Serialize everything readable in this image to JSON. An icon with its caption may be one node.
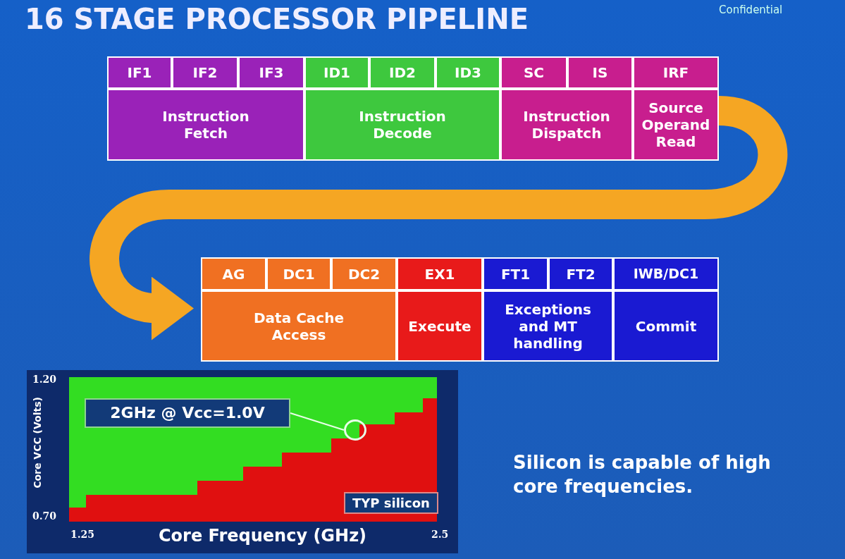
{
  "diagram": {
    "title": "16 STAGE PROCESSOR PIPELINE",
    "nodes": [
      {
        "text": [
          "IF1"
        ]
      },
      {
        "text": [
          "IF2"
        ]
      },
      {
        "text": [
          "IF3"
        ]
      },
      {
        "text": [
          "Instruction Fetch"
        ]
      },
      {
        "text": [
          "ID1"
        ]
      },
      {
        "text": [
          "ID2"
        ]
      },
      {
        "text": [
          "ID3"
        ]
      },
      {
        "text": [
          "Instruction Decode"
        ]
      },
      {
        "text": [
          "SC"
        ]
      },
      {
        "text": [
          "IS"
        ]
      },
      {
        "text": [
          "Instruction Dispatch"
        ]
      },
      {
        "text": [
          "IRF"
        ]
      },
      {
        "text": [
          "Source Operand Read"
        ]
      },
      {
        "text": [
          "AG"
        ]
      },
      {
        "text": [
          "DC1"
        ]
      },
      {
        "text": [
          "DC2"
        ]
      },
      {
        "text": [
          "Data Cache Access"
        ]
      },
      {
        "text": [
          "EX1"
        ]
      },
      {
        "text": [
          "Execute"
        ]
      },
      {
        "text": [
          "FT1"
        ]
      },
      {
        "text": [
          "FT2"
        ]
      },
      {
        "text": [
          "Exceptions and MT handling"
        ]
      },
      {
        "text": [
          "IWB/DC1"
        ]
      },
      {
        "text": [
          "Commit"
        ]
      },
      {
        "text": [
          "2GHz @ Vcc=1.0V"
        ]
      },
      {
        "text": [],
        "shape": "circle"
      }
    ],
    "edges": [
      {
        "from": 12,
        "to": 16,
        "arrow": "to",
        "style": "thick",
        "color": "#f5a623"
      },
      {
        "from": 24,
        "to": 25,
        "arrow": "none",
        "color": "#e8ffe8"
      }
    ],
    "labels": [
      "Confidential",
      "1.20",
      "Core VCC (Volts)",
      "0.70",
      "1.25",
      "Core Frequency (GHz)",
      "2.5",
      "TYP silicon",
      "Silicon is capable of high core frequencies."
    ]
  }
}
